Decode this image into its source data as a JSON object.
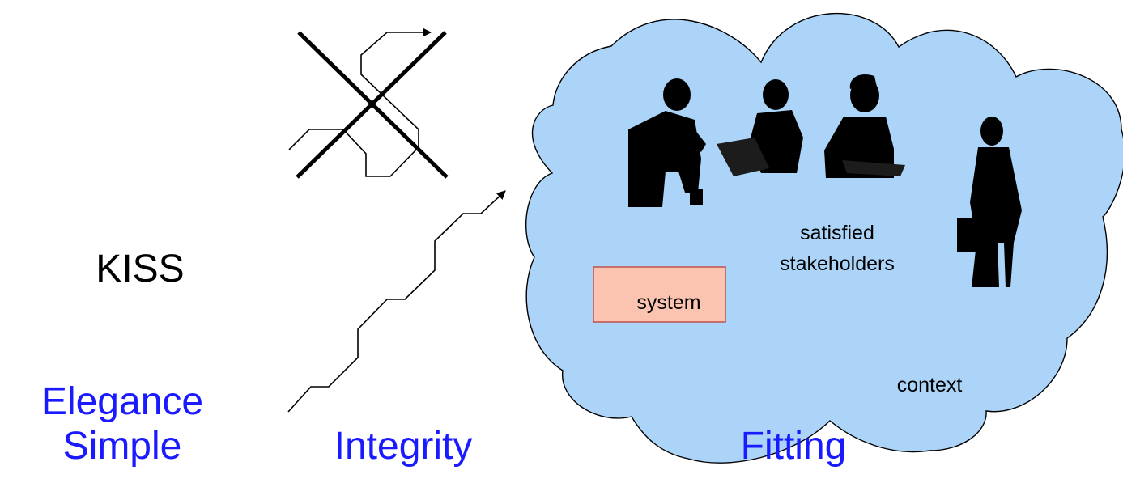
{
  "labels": {
    "kiss": "KISS",
    "elegance": "Elegance",
    "simple": "Simple",
    "integrity": "Integrity",
    "fitting": "Fitting"
  },
  "cloud": {
    "stakeholders_line1": "satisfied",
    "stakeholders_line2": "stakeholders",
    "system": "system",
    "context": "context"
  },
  "colors": {
    "accent_text": "#1a1aff",
    "cloud_fill": "#abd4f8",
    "system_box_fill": "#fbc4b0",
    "system_box_stroke": "#c0504d",
    "line": "#000000"
  },
  "icons": {
    "crossed_path": "crossed-out-tangled-path-icon",
    "stair_path": "stair-step-arrow-icon",
    "people": [
      "bending-man-silhouette-icon",
      "man-with-clipboard-silhouette-icon",
      "seated-woman-silhouette-icon",
      "standing-businessman-silhouette-icon"
    ]
  }
}
